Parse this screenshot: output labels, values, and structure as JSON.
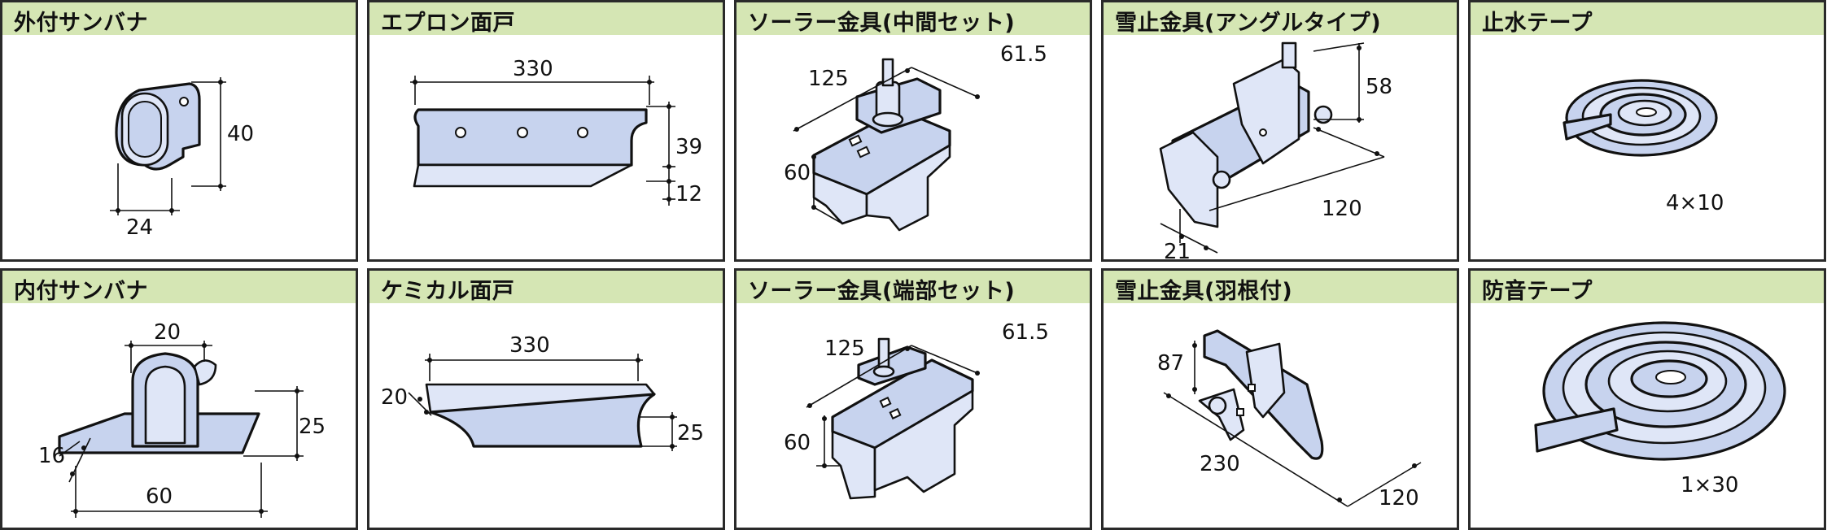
{
  "colors": {
    "header_bg": "#d5e6b4",
    "part_fill": "#c7d3ee",
    "border": "#2a2a2a"
  },
  "panels": [
    {
      "title": "外付サンバナ",
      "dims": [
        "40",
        "24"
      ]
    },
    {
      "title": "エプロン面戸",
      "dims": [
        "330",
        "39",
        "12"
      ]
    },
    {
      "title": "ソーラー金具(中間セット)",
      "dims": [
        "125",
        "61.5",
        "60"
      ]
    },
    {
      "title": "雪止金具(アングルタイプ)",
      "dims": [
        "58",
        "120",
        "21"
      ]
    },
    {
      "title": "止水テープ",
      "dims": [
        "4×10"
      ]
    },
    {
      "title": "内付サンバナ",
      "dims": [
        "20",
        "16",
        "25",
        "60"
      ]
    },
    {
      "title": "ケミカル面戸",
      "dims": [
        "330",
        "20",
        "25"
      ]
    },
    {
      "title": "ソーラー金具(端部セット)",
      "dims": [
        "125",
        "61.5",
        "60"
      ]
    },
    {
      "title": "雪止金具(羽根付)",
      "dims": [
        "87",
        "230",
        "120"
      ]
    },
    {
      "title": "防音テープ",
      "dims": [
        "1×30"
      ]
    }
  ]
}
